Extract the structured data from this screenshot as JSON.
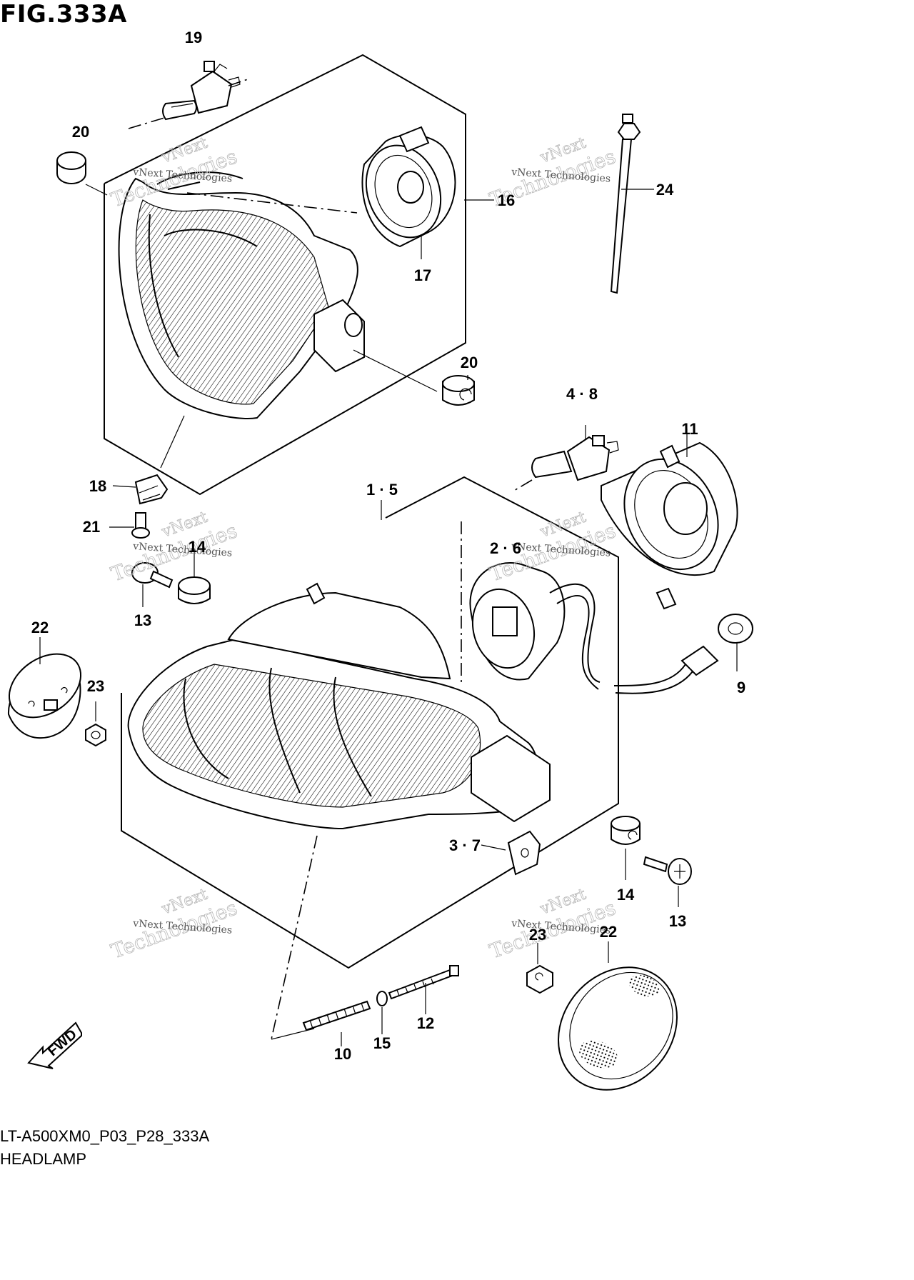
{
  "figure": {
    "title": "FIG.333A",
    "model_code": "LT-A500XM0_P03_P28_333A",
    "section_name": "HEADLAMP"
  },
  "fwd_label": "FWD",
  "watermark": {
    "brand": "vNext",
    "name": "Technologies",
    "full": "vNext Technologies"
  },
  "callouts": [
    {
      "id": "c19",
      "label": "19"
    },
    {
      "id": "c20a",
      "label": "20"
    },
    {
      "id": "c16",
      "label": "16"
    },
    {
      "id": "c17",
      "label": "17"
    },
    {
      "id": "c24",
      "label": "24"
    },
    {
      "id": "c20b",
      "label": "20"
    },
    {
      "id": "c48",
      "label": "4 · 8"
    },
    {
      "id": "c11",
      "label": "11"
    },
    {
      "id": "c18",
      "label": "18"
    },
    {
      "id": "c15a",
      "label": "1 · 5"
    },
    {
      "id": "c21",
      "label": "21"
    },
    {
      "id": "c14a",
      "label": "14"
    },
    {
      "id": "c26",
      "label": "2 · 6"
    },
    {
      "id": "c13a",
      "label": "13"
    },
    {
      "id": "c22a",
      "label": "22"
    },
    {
      "id": "c23a",
      "label": "23"
    },
    {
      "id": "c9",
      "label": "9"
    },
    {
      "id": "c37",
      "label": "3 · 7"
    },
    {
      "id": "c14b",
      "label": "14"
    },
    {
      "id": "c13b",
      "label": "13"
    },
    {
      "id": "c23b",
      "label": "23"
    },
    {
      "id": "c22b",
      "label": "22"
    },
    {
      "id": "c12",
      "label": "12"
    },
    {
      "id": "c10",
      "label": "10"
    },
    {
      "id": "c15",
      "label": "15"
    }
  ]
}
